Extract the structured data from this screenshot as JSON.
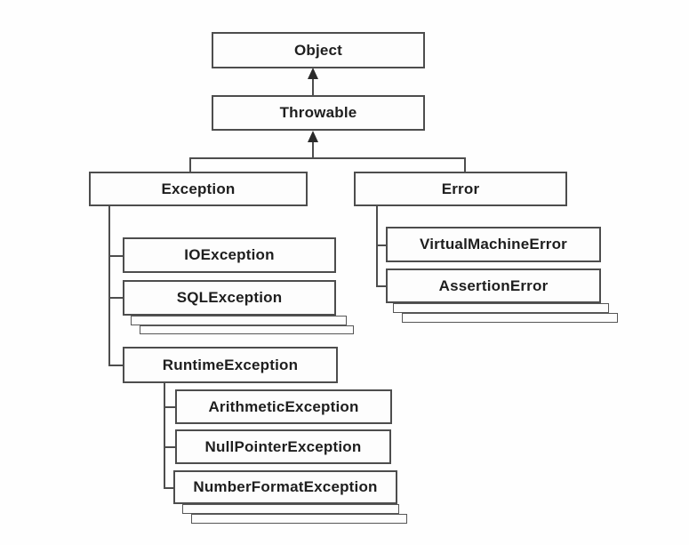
{
  "diagram": {
    "type": "class-hierarchy",
    "colors": {
      "background": "#fefefe",
      "box_fill": "#fdfdfd",
      "box_border": "#4d4d4d",
      "text": "#1e1e1e",
      "arrow": "#2b2b2b"
    },
    "nodes": {
      "object": {
        "label": "Object"
      },
      "throwable": {
        "label": "Throwable"
      },
      "exception": {
        "label": "Exception"
      },
      "error": {
        "label": "Error"
      },
      "ioexception": {
        "label": "IOException"
      },
      "sqlexception": {
        "label": "SQLException"
      },
      "runtime": {
        "label": "RuntimeException"
      },
      "arithmetic": {
        "label": "ArithmeticException"
      },
      "nullpointer": {
        "label": "NullPointerException"
      },
      "numberformat": {
        "label": "NumberFormatException"
      },
      "vme": {
        "label": "VirtualMachineError"
      },
      "assertion": {
        "label": "AssertionError"
      }
    },
    "edges": [
      {
        "from": "Throwable",
        "to": "Object",
        "style": "arrow-up"
      },
      {
        "from": "Exception",
        "to": "Throwable",
        "style": "arrow-up-shared"
      },
      {
        "from": "Error",
        "to": "Throwable",
        "style": "arrow-up-shared"
      },
      {
        "from": "IOException",
        "to": "Exception",
        "style": "elbow"
      },
      {
        "from": "SQLException",
        "to": "Exception",
        "style": "elbow"
      },
      {
        "from": "RuntimeException",
        "to": "Exception",
        "style": "elbow"
      },
      {
        "from": "ArithmeticException",
        "to": "RuntimeException",
        "style": "elbow"
      },
      {
        "from": "NullPointerException",
        "to": "RuntimeException",
        "style": "elbow"
      },
      {
        "from": "NumberFormatException",
        "to": "RuntimeException",
        "style": "elbow"
      },
      {
        "from": "VirtualMachineError",
        "to": "Error",
        "style": "elbow"
      },
      {
        "from": "AssertionError",
        "to": "Error",
        "style": "elbow"
      }
    ],
    "truncation_markers": [
      {
        "below": "SQLException",
        "meaning": "additional Exception subclasses"
      },
      {
        "below": "NumberFormatException",
        "meaning": "additional RuntimeException subclasses"
      },
      {
        "below": "AssertionError",
        "meaning": "additional Error subclasses"
      }
    ]
  }
}
